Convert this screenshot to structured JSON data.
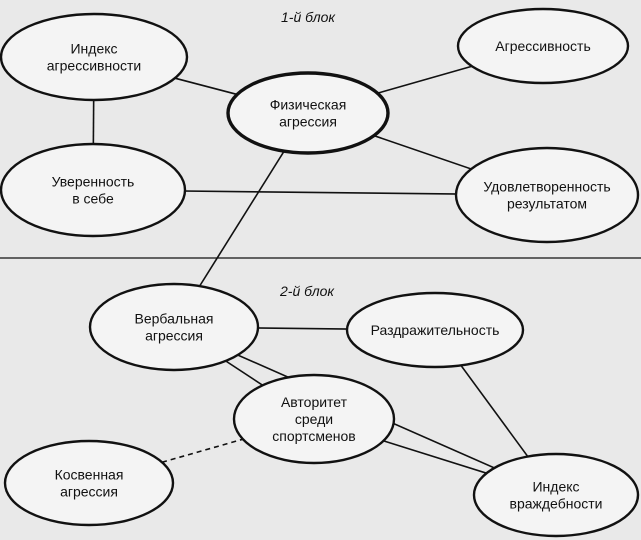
{
  "blocks": [
    {
      "id": "block1",
      "label": "1-й блок"
    },
    {
      "id": "block2",
      "label": "2-й блок"
    }
  ],
  "nodes": [
    {
      "id": "aggression-index",
      "lines": [
        "Индекс",
        "агрессивности"
      ]
    },
    {
      "id": "aggressiveness",
      "lines": [
        "Агрессивность"
      ]
    },
    {
      "id": "physical-aggression",
      "lines": [
        "Физическая",
        "агрессия"
      ]
    },
    {
      "id": "self-confidence",
      "lines": [
        "Уверенность",
        "в себе"
      ]
    },
    {
      "id": "result-satisfaction",
      "lines": [
        "Удовлетворенность",
        "результатом"
      ]
    },
    {
      "id": "verbal-aggression",
      "lines": [
        "Вербальная",
        "агрессия"
      ]
    },
    {
      "id": "irritability",
      "lines": [
        "Раздражительность"
      ]
    },
    {
      "id": "authority-among-athletes",
      "lines": [
        "Авторитет",
        "среди",
        "спортсменов"
      ]
    },
    {
      "id": "indirect-aggression",
      "lines": [
        "Косвенная",
        "агрессия"
      ]
    },
    {
      "id": "hostility-index",
      "lines": [
        "Индекс",
        "враждебности"
      ]
    }
  ],
  "edges": [
    {
      "from": "aggression-index",
      "to": "physical-aggression",
      "style": "solid"
    },
    {
      "from": "aggression-index",
      "to": "self-confidence",
      "style": "solid"
    },
    {
      "from": "physical-aggression",
      "to": "aggressiveness",
      "style": "solid"
    },
    {
      "from": "physical-aggression",
      "to": "result-satisfaction",
      "style": "solid"
    },
    {
      "from": "self-confidence",
      "to": "result-satisfaction",
      "style": "solid"
    },
    {
      "from": "physical-aggression",
      "to": "verbal-aggression",
      "style": "solid"
    },
    {
      "from": "verbal-aggression",
      "to": "irritability",
      "style": "solid"
    },
    {
      "from": "verbal-aggression",
      "to": "hostility-index",
      "style": "solid"
    },
    {
      "from": "verbal-aggression",
      "to": "authority-among-athletes",
      "style": "solid"
    },
    {
      "from": "irritability",
      "to": "hostility-index",
      "style": "solid"
    },
    {
      "from": "authority-among-athletes",
      "to": "hostility-index",
      "style": "solid"
    },
    {
      "from": "authority-among-athletes",
      "to": "indirect-aggression",
      "style": "dashed"
    }
  ]
}
